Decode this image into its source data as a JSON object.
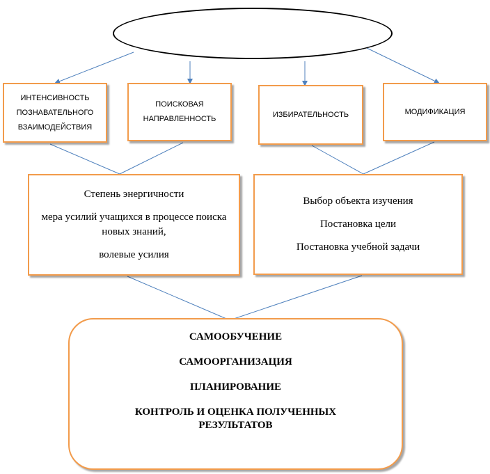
{
  "top_ellipse": {
    "label": ""
  },
  "criteria": [
    {
      "label": "ИНТЕНСИВНОСТЬ ПОЗНАВАТЕЛЬНОГО ВЗАИМОДЕЙСТВИЯ",
      "lines": [
        "ИНТЕНСИВНОСТЬ",
        "ПОЗНАВАТЕЛЬНОГО",
        "ВЗАИМОДЕЙСТВИЯ"
      ]
    },
    {
      "label": "ПОИСКОВАЯ НАПРАВЛЕННОСТЬ",
      "lines": [
        "ПОИСКОВАЯ",
        "НАПРАВЛЕННОСТЬ"
      ]
    },
    {
      "label": "ИЗБИРАТЕЛЬНОСТЬ",
      "lines": [
        "ИЗБИРАТЕЛЬНОСТЬ"
      ]
    },
    {
      "label": "МОДИФИКАЦИЯ",
      "lines": [
        "МОДИФИКАЦИЯ"
      ]
    }
  ],
  "left_box": {
    "line1": "Степень энергичности",
    "line2": "мера усилий учащихся в процессе поиска новых знаний,",
    "line3": "волевые усилия"
  },
  "right_box": {
    "line1": "Выбор объекта изучения",
    "line2": "Постановка цели",
    "line3": "Постановка учебной задачи"
  },
  "bottom_box": {
    "line1": "САМООБУЧЕНИЕ",
    "line2": "САМООРГАНИЗАЦИЯ",
    "line3": "ПЛАНИРОВАНИЕ",
    "line4": "КОНТРОЛЬ И ОЦЕНКА ПОЛУЧЕННЫХ РЕЗУЛЬТАТОВ"
  },
  "colors": {
    "box_border": "#f29b4b",
    "connector": "#4f81bd"
  }
}
